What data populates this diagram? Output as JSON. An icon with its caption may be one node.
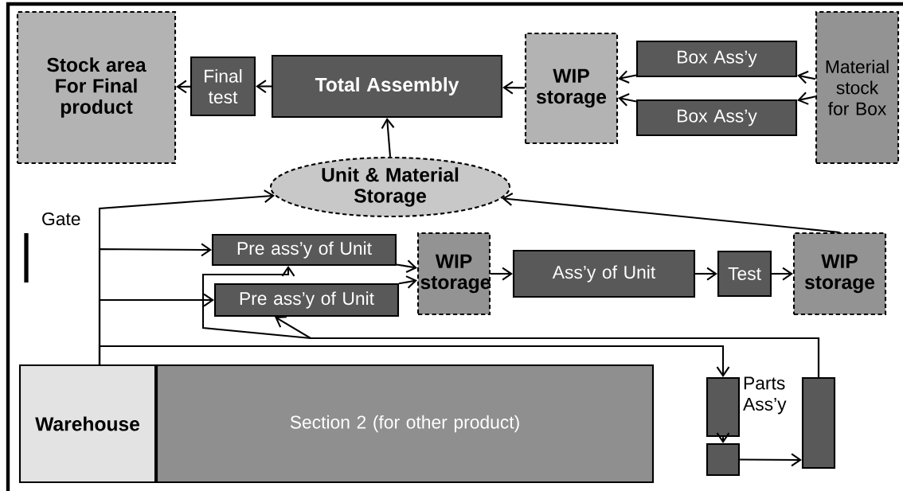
{
  "diagram": {
    "nodes": [
      {
        "text": [
          "Stock area For Final product"
        ]
      },
      {
        "text": [
          "Final test"
        ]
      },
      {
        "text": [
          "Total Assembly"
        ]
      },
      {
        "text": [
          "WIP storage"
        ]
      },
      {
        "text": [
          "Box Ass’y"
        ]
      },
      {
        "text": [
          "Box Ass’y"
        ]
      },
      {
        "text": [
          "Material stock for Box"
        ]
      },
      {
        "text": [
          "Unit & Material Storage"
        ]
      },
      {
        "text": [
          "Pre ass’y of Unit"
        ]
      },
      {
        "text": [
          "Pre ass’y of Unit"
        ]
      },
      {
        "text": [
          "WIP storage"
        ]
      },
      {
        "text": [
          "Ass’y of Unit"
        ]
      },
      {
        "text": [
          "Test"
        ]
      },
      {
        "text": [
          "WIP storage"
        ]
      },
      {
        "text": [
          "Warehouse"
        ]
      },
      {
        "text": [
          "Section 2 (for other product)"
        ]
      },
      {
        "text": [],
        "shape": "box"
      },
      {
        "text": [],
        "shape": "box"
      },
      {
        "text": [],
        "shape": "box"
      }
    ],
    "edges": [
      {
        "from": 1,
        "to": 0,
        "arrow": "to"
      },
      {
        "from": 2,
        "to": 1,
        "arrow": "to"
      },
      {
        "from": 3,
        "to": 2,
        "arrow": "to"
      },
      {
        "from": 4,
        "to": 3,
        "arrow": "to"
      },
      {
        "from": 5,
        "to": 3,
        "arrow": "to"
      },
      {
        "from": 6,
        "to": 4,
        "arrow": "to"
      },
      {
        "from": 6,
        "to": 5,
        "arrow": "to"
      },
      {
        "from": 7,
        "to": 2,
        "arrow": "to"
      },
      {
        "from": 14,
        "to": 7,
        "arrow": "to"
      },
      {
        "from": 14,
        "to": 8,
        "arrow": "to"
      },
      {
        "from": 14,
        "to": 9,
        "arrow": "to"
      },
      {
        "from": 14,
        "to": 16,
        "arrow": "to"
      },
      {
        "from": 18,
        "to": 8,
        "arrow": "to"
      },
      {
        "from": 18,
        "to": 9,
        "arrow": "to"
      },
      {
        "from": 8,
        "to": 10,
        "arrow": "to"
      },
      {
        "from": 9,
        "to": 10,
        "arrow": "to"
      },
      {
        "from": 10,
        "to": 11,
        "arrow": "to"
      },
      {
        "from": 11,
        "to": 12,
        "arrow": "to"
      },
      {
        "from": 12,
        "to": 13,
        "arrow": "to"
      },
      {
        "from": 13,
        "to": 7,
        "arrow": "to"
      },
      {
        "from": 16,
        "to": 17,
        "arrow": "to"
      },
      {
        "from": 17,
        "to": 18,
        "arrow": "to"
      }
    ],
    "labels": [
      "Gate",
      "Parts Ass’y"
    ]
  }
}
